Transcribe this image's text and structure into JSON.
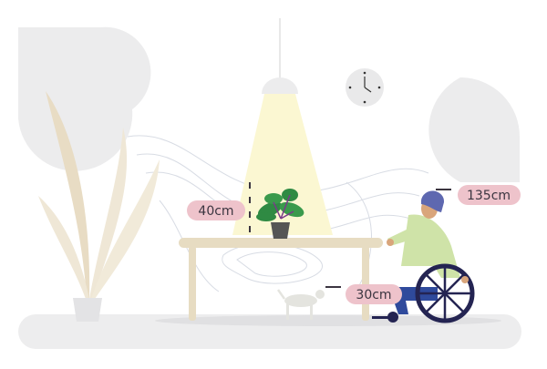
{
  "measurements": {
    "lamp_to_table": "40cm",
    "person_height": "135cm",
    "floor_clearance": "30cm"
  },
  "colors": {
    "label_bg": "#eec3cb",
    "table": "#e7dcc2",
    "shirt": "#cfe3a8",
    "pants": "#2f4a9c",
    "wheel": "#242452",
    "light": "#fbf7d2",
    "bg_shape": "#ececed"
  }
}
